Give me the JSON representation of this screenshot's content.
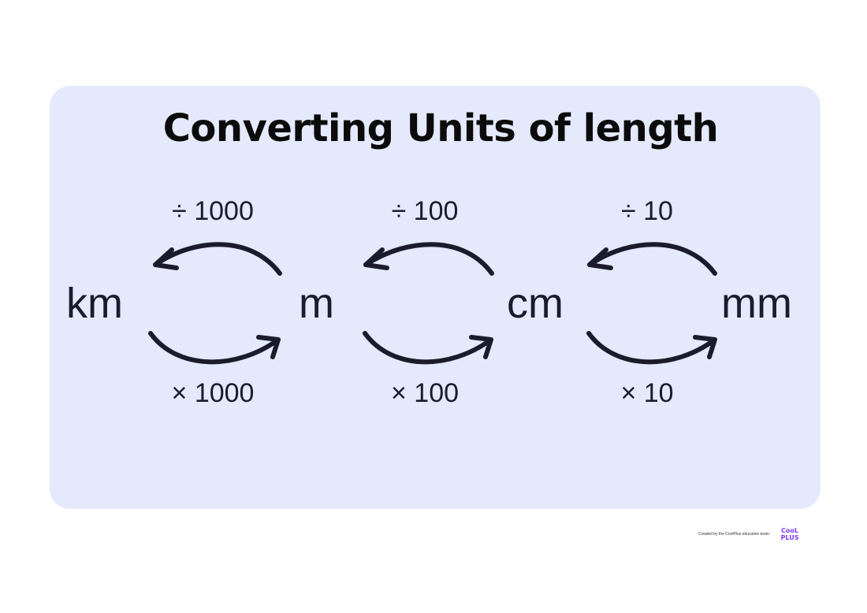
{
  "title": "Converting Units of length",
  "units": [
    "km",
    "m",
    "cm",
    "mm"
  ],
  "divide_labels": [
    "÷ 1000",
    "÷ 100",
    "÷ 10"
  ],
  "multiply_labels": [
    "× 1000",
    "× 100",
    "× 10"
  ],
  "footer": {
    "credit": "Created by the CoolPlus education team.",
    "logo_text_top": "CooL",
    "logo_text_bottom": "PLUS"
  },
  "colors": {
    "card_background": "#e4eafb",
    "arrow": "#1a1c2c",
    "logo": "#7a3cff"
  }
}
